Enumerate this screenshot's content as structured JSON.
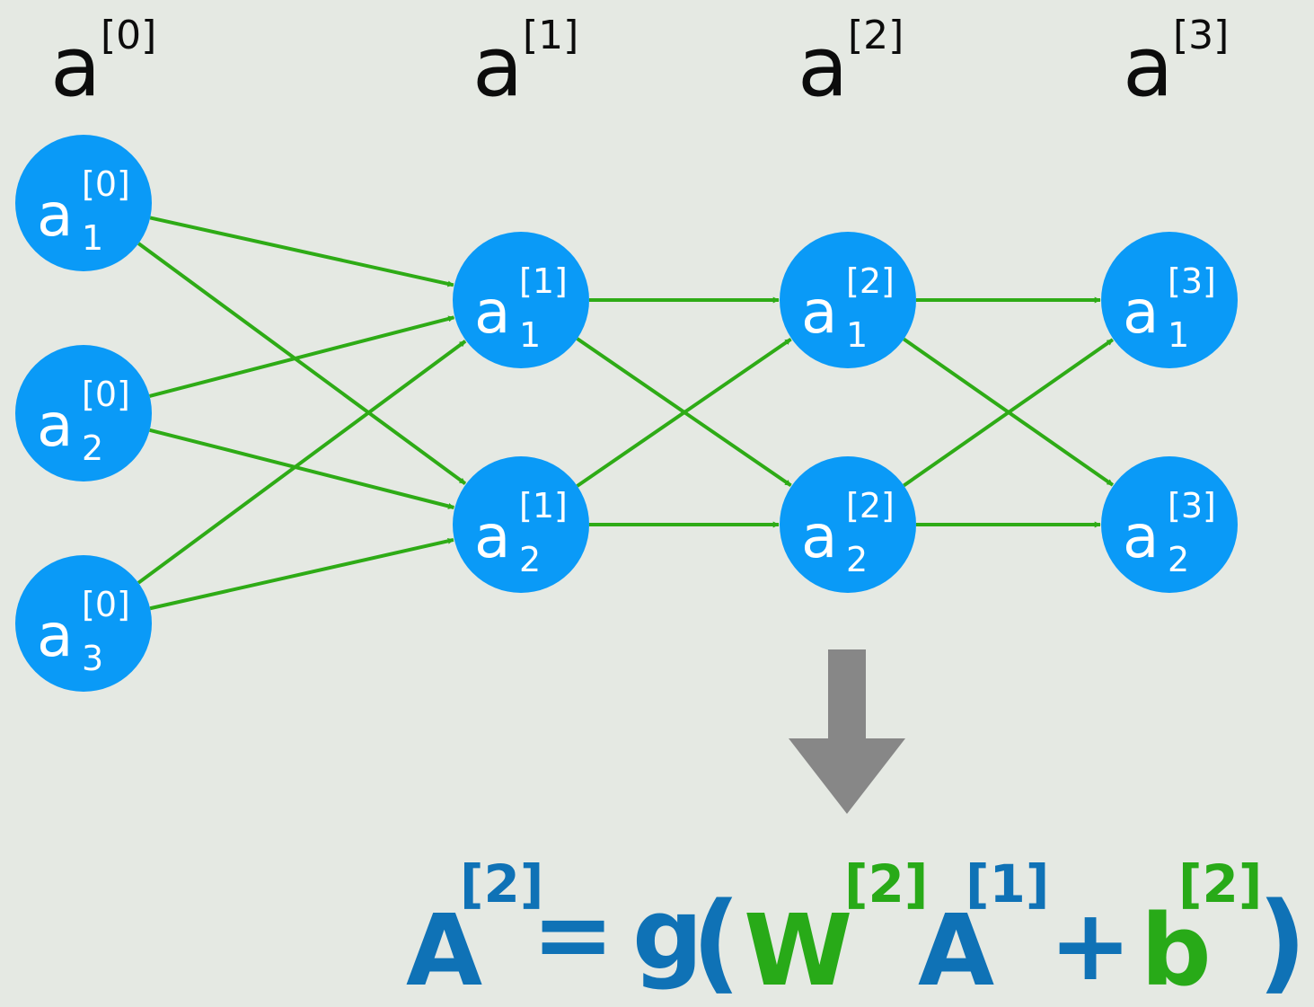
{
  "colors": {
    "background": "#e5e9e3",
    "node_fill": "#0a9af7",
    "edge": "#2eab16",
    "arrow": "#878787",
    "eq_blue": "#0f72b6",
    "eq_green": "#28aa18",
    "text_dark": "#0c0c0c"
  },
  "layers": [
    {
      "id": "l0",
      "header": {
        "base": "a",
        "sup": "[0]"
      },
      "nodes": [
        {
          "base": "a",
          "sup": "[0]",
          "sub": "1"
        },
        {
          "base": "a",
          "sup": "[0]",
          "sub": "2"
        },
        {
          "base": "a",
          "sup": "[0]",
          "sub": "3"
        }
      ]
    },
    {
      "id": "l1",
      "header": {
        "base": "a",
        "sup": "[1]"
      },
      "nodes": [
        {
          "base": "a",
          "sup": "[1]",
          "sub": "1"
        },
        {
          "base": "a",
          "sup": "[1]",
          "sub": "2"
        }
      ]
    },
    {
      "id": "l2",
      "header": {
        "base": "a",
        "sup": "[2]"
      },
      "nodes": [
        {
          "base": "a",
          "sup": "[2]",
          "sub": "1"
        },
        {
          "base": "a",
          "sup": "[2]",
          "sub": "2"
        }
      ]
    },
    {
      "id": "l3",
      "header": {
        "base": "a",
        "sup": "[3]"
      },
      "nodes": [
        {
          "base": "a",
          "sup": "[3]",
          "sub": "1"
        },
        {
          "base": "a",
          "sup": "[3]",
          "sub": "2"
        }
      ]
    }
  ],
  "edges": "fully-connected between consecutive layers",
  "arrow_icon": "down-arrow-icon",
  "equation": {
    "lhs_base": "A",
    "lhs_sup": "[2]",
    "equals": "=",
    "func": "g",
    "open_paren": "(",
    "w_base": "W",
    "w_sup": "[2]",
    "a_base": "A",
    "a_sup": "[1]",
    "plus": "+",
    "b_base": "b",
    "b_sup": "[2]",
    "close_paren": ")"
  }
}
